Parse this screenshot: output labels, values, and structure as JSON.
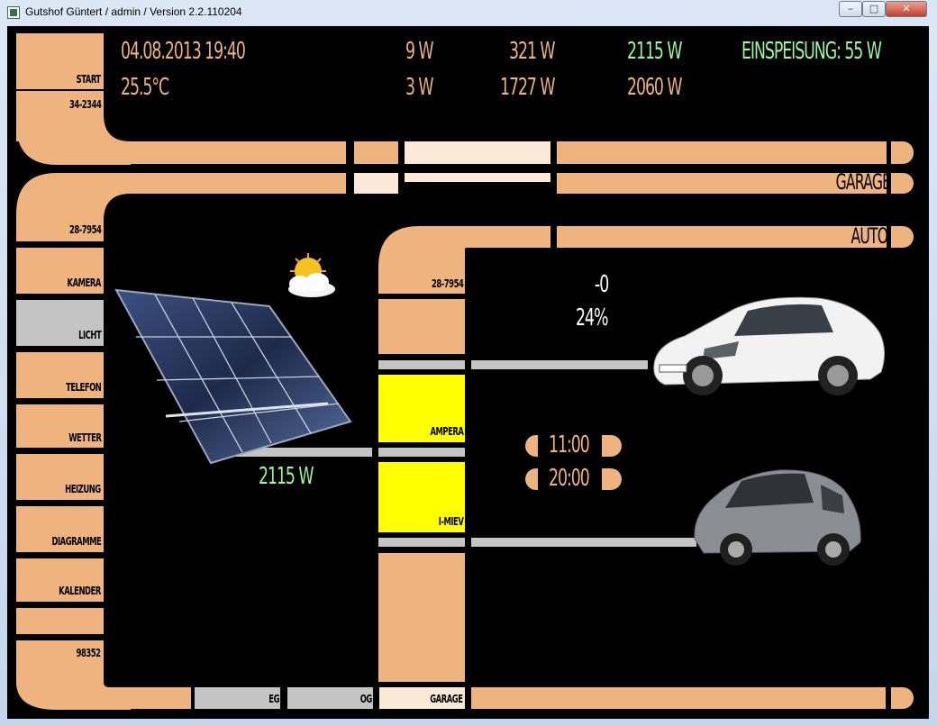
{
  "window": {
    "title": "Gutshof Güntert / admin / Version 2.2.110204"
  },
  "header": {
    "datetime": "04.08.2013  19:40",
    "temperature": "25.5°C",
    "value_a1": "9 W",
    "value_a2": "3 W",
    "value_b1": "321 W",
    "value_b2": "1727 W",
    "value_c1": "2115 W",
    "value_c2": "2060 W",
    "feed_in": "EINSPEISUNG: 55 W"
  },
  "sidebar": {
    "start": "START",
    "code1": "34-2344",
    "code2": "28-7954",
    "items": [
      "KAMERA",
      "LICHT",
      "TELEFON",
      "WETTER",
      "HEIZUNG",
      "DIAGRAMME",
      "KALENDER"
    ],
    "code3": "98352"
  },
  "sections": {
    "garage": "GARAGE",
    "autos": "AUTOS"
  },
  "middle": {
    "code": "28-7954",
    "car1": "AMPERA",
    "car2": "I-MIEV"
  },
  "solar": {
    "power": "2115 W"
  },
  "car1_status": {
    "value": "-0",
    "charge": "24%"
  },
  "timers": {
    "t1": "11:00",
    "t2": "20:00"
  },
  "bottom": {
    "eg": "EG",
    "og": "OG",
    "garage": "GARAGE"
  },
  "colors": {
    "peach": "#eeb37e",
    "grey": "#c4c4c4",
    "cream": "#fbe9d8",
    "yellow": "#ffff00",
    "green": "#9bf79b"
  },
  "icons": {
    "weather": "partly-sunny-icon"
  }
}
